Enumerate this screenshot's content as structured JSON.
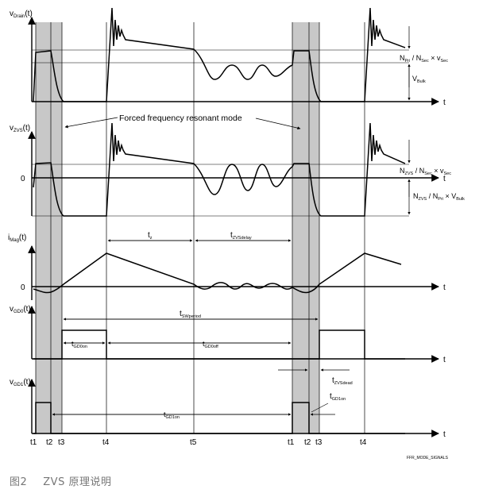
{
  "axes": {
    "vdrain": "v",
    "vdrain_sub": "Drain",
    "vdrain_tail": "(t)",
    "vzvs": "v",
    "vzvs_sub": "ZVS",
    "vzvs_tail": "(t)",
    "imag": "i",
    "imag_sub": "Mag",
    "imag_tail": "(t)",
    "vgd0": "v",
    "vgd0_sub": "GD0",
    "vgd0_tail": "(t)",
    "vgd1": "v",
    "vgd1_sub": "GD1",
    "vgd1_tail": "(t)",
    "t": "t",
    "zero": "0"
  },
  "annotations": {
    "forced": "Forced frequency resonant mode",
    "d1_a": "N",
    "d1_a_sub": "Pri",
    "d1_b": " / N",
    "d1_b_sub": "Sec",
    "d1_c": " × v",
    "d1_c_sub": "Sec",
    "vbulk": "V",
    "vbulk_sub": "Bulk",
    "d2_a": "N",
    "d2_a_sub": "ZVS",
    "d2_b": " / N",
    "d2_b_sub": "Sec",
    "d2_c": " × v",
    "d2_c_sub": "Sec",
    "d3_a": "N",
    "d3_a_sub": "ZVS",
    "d3_b": " / N",
    "d3_b_sub": "Pri",
    "d3_c": " × V",
    "d3_c_sub": "Bulk",
    "tz": "t",
    "tz_sub": "z",
    "tzvsdelay": "t",
    "tzvsdelay_sub": "ZVSdelay",
    "tswperiod": "t",
    "tswperiod_sub": "SWperiod",
    "tgd0on": "t",
    "tgd0on_sub": "GD0on",
    "tgd0off": "t",
    "tgd0off_sub": "GD0off",
    "tzvsdead": "t",
    "tzvsdead_sub": "ZVSdead",
    "tgd1on_a": "t",
    "tgd1on_a_sub": "GD1on",
    "tgd1on_b": "t",
    "tgd1on_b_sub": "GD1on"
  },
  "time_markers": [
    "t1",
    "t2",
    "t3",
    "t4",
    "t5",
    "t1",
    "t2",
    "t3",
    "t4"
  ],
  "figure_tag": "FFR_MODE_SIGNALS",
  "caption": {
    "number": "图2",
    "text": "ZVS 原理说明"
  }
}
